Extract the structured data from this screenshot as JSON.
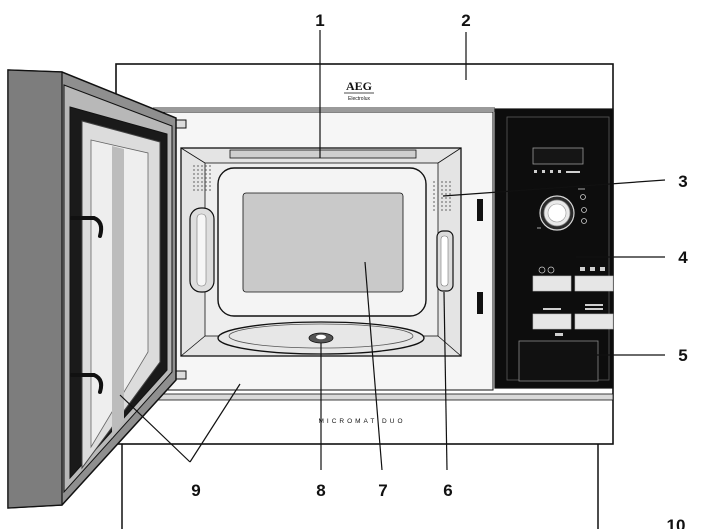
{
  "brand": {
    "logo": "AEG",
    "sub": "Electrolux"
  },
  "model_name": "MICROMAT DUO",
  "callouts": [
    {
      "id": "c1",
      "number": "1"
    },
    {
      "id": "c2",
      "number": "2"
    },
    {
      "id": "c3",
      "number": "3"
    },
    {
      "id": "c4",
      "number": "4"
    },
    {
      "id": "c5",
      "number": "5"
    },
    {
      "id": "c6",
      "number": "6"
    },
    {
      "id": "c7",
      "number": "7"
    },
    {
      "id": "c8",
      "number": "8"
    },
    {
      "id": "c9",
      "number": "9"
    },
    {
      "id": "c10",
      "number": "10"
    }
  ],
  "colors": {
    "line": "#111111",
    "panel": "#0d0d0d",
    "door_frame": "#8f8f8f",
    "glass": "#dcdcdc",
    "cavity": "#e4e4e4",
    "window": "#c9c9c9"
  }
}
